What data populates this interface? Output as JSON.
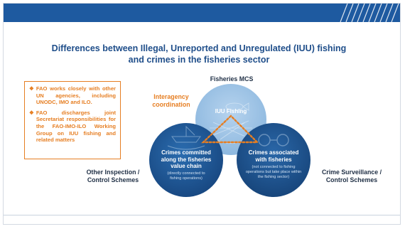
{
  "title": {
    "line1": "Differences between Illegal, Unreported and Unregulated (IUU) fishing",
    "line2": "and crimes in the fisheries sector"
  },
  "notes": [
    {
      "bullet": "❖",
      "text": "FAO works closely with other UN agencies, including UNODC, IMO and ILO."
    },
    {
      "bullet": "❖",
      "text": "FAO discharges joint Secretariat responsibilities for the FAO-IMO-ILO Working Group on IUU fishing and related matters"
    }
  ],
  "labels": {
    "fisheries_mcs": "Fisheries MCS",
    "interagency": "Interagency coordination",
    "other_inspection": "Other Inspection / Control Schemes",
    "crime_surveillance": "Crime Surveillance / Control Schemes"
  },
  "circles": {
    "iuu": {
      "title": "IUU Fishing"
    },
    "left": {
      "title": "Crimes committed along the fisheries value chain",
      "sub": "(directly connected to fishing operations)"
    },
    "right": {
      "title": "Crimes associated with fisheries",
      "sub": "(not connected to fishing operations but take place within the fishing sector)"
    }
  },
  "colors": {
    "header": "#1e5aa0",
    "title": "#1f4e8a",
    "accent_orange": "#e67e22",
    "circle_top": "#9fc3e3",
    "circle_dark": "#1a4f8e",
    "circle_mid": "#25619f"
  },
  "icons": {
    "top": "fish-net-icon",
    "left": "boat-icon",
    "right": "handcuffs-icon"
  }
}
